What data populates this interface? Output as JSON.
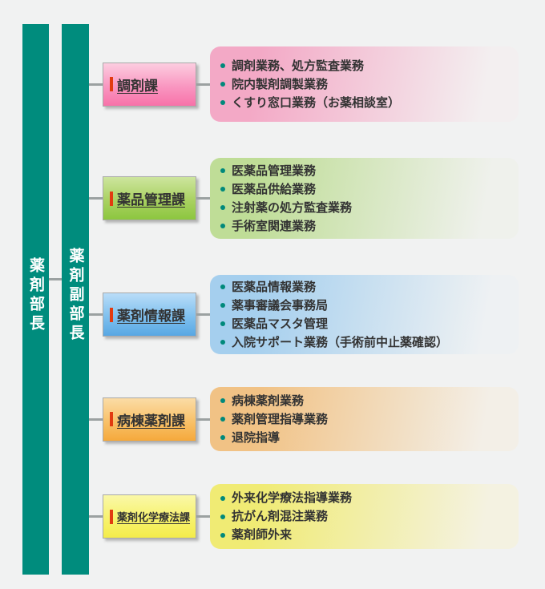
{
  "page": {
    "background": "#f1f2f2"
  },
  "colors": {
    "bar_teal": "#008c7d",
    "connector_gray": "#9ba1a1",
    "accent_red": "#e23b10",
    "bullet_teal": "#00897b",
    "text_dark": "#333333"
  },
  "bars": [
    {
      "label": "薬剤部長"
    },
    {
      "label": "薬剤副部長"
    }
  ],
  "rows": [
    {
      "title": "調剤課",
      "items": [
        "調剤業務、処方監査業務",
        "院内製剤調製業務",
        "くすり窓口業務（お薬相談室）"
      ],
      "colors": {
        "box_top": "#fccde0",
        "box_mid": "#f996c0",
        "box_bottom": "#f772a9",
        "panel_start": "#f3a9c6",
        "panel_end": "#f3eff0"
      }
    },
    {
      "title": "薬品管理課",
      "items": [
        "医薬品管理業務",
        "医薬品供給業務",
        "注射薬の処方監査業務",
        "手術室関連業務"
      ],
      "colors": {
        "box_top": "#cde59e",
        "box_mid": "#a9d161",
        "box_bottom": "#8cc63f",
        "panel_start": "#bfdd97",
        "panel_end": "#eff1ec"
      }
    },
    {
      "title": "薬剤情報課",
      "items": [
        "医薬品情報業務",
        "薬事審議会事務局",
        "医薬品マスタ管理",
        "入院サポート業務（手術前中止薬確認）"
      ],
      "colors": {
        "box_top": "#b9ddf8",
        "box_mid": "#7fc0ee",
        "box_bottom": "#58a7e3",
        "panel_start": "#a5cfee",
        "panel_end": "#eef1f3"
      }
    },
    {
      "title": "病棟薬剤課",
      "items": [
        "病棟薬剤業務",
        "薬剤管理指導業務",
        "退院指導"
      ],
      "colors": {
        "box_top": "#fbdca6",
        "box_mid": "#f8c169",
        "box_bottom": "#f5a93b",
        "panel_start": "#f1c285",
        "panel_end": "#f3efe7"
      }
    },
    {
      "title": "薬剤化学療法課",
      "items": [
        "外来化学療法指導業務",
        "抗がん剤混注業務",
        "薬剤師外来"
      ],
      "colors": {
        "box_top": "#faf8a8",
        "box_mid": "#f7f26e",
        "box_bottom": "#f4ec4a",
        "panel_start": "#f0eb74",
        "panel_end": "#f4f2e1"
      }
    }
  ]
}
